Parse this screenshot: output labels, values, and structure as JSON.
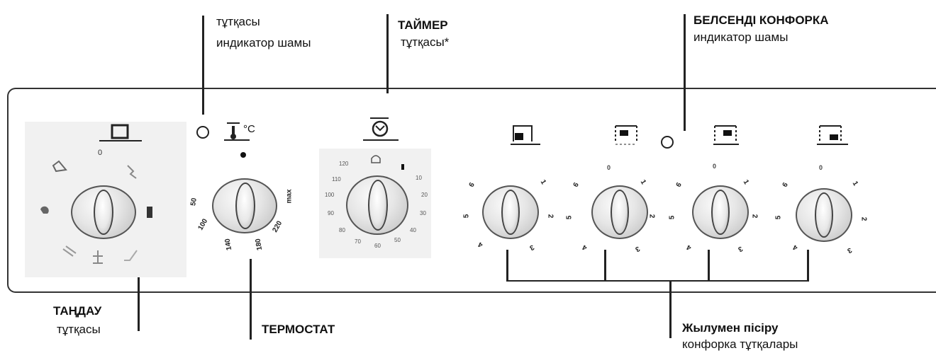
{
  "labels": {
    "lamp_top_line1": "тұтқасы",
    "lamp_top_line2": "индикатор шамы",
    "timer_title": "ТАЙМЕР",
    "timer_sub": "тұтқасы*",
    "active_hob_title": "БЕЛСЕНДІ КОНФОРКА",
    "active_hob_sub": "индикатор шамы",
    "select_title": "ТАҢДАУ",
    "select_sub": "тұтқасы",
    "thermostat_title": "ТЕРМОСТАТ",
    "hob_title": "Жылумен пісіру",
    "hob_sub": "конфорка тұтқалары"
  },
  "thermostat": {
    "unit": "°C",
    "scale": [
      "50",
      "100",
      "140",
      "180",
      "220",
      "max"
    ]
  },
  "selector": {
    "zero": "0"
  },
  "timer": {
    "scale": [
      "120",
      "110",
      "100",
      "90",
      "80",
      "70",
      "60",
      "50",
      "40",
      "30",
      "20",
      "10"
    ]
  },
  "hob_knobs": [
    {
      "zero": "",
      "marks": [
        "6",
        "1",
        "5",
        "2",
        "4",
        "3"
      ]
    },
    {
      "zero": "0",
      "marks": [
        "6",
        "1",
        "5",
        "2",
        "4",
        "3"
      ]
    },
    {
      "zero": "0",
      "marks": [
        "6",
        "1",
        "5",
        "2",
        "4",
        "3"
      ]
    },
    {
      "zero": "0",
      "marks": [
        "6",
        "1",
        "5",
        "2",
        "4",
        "3"
      ]
    }
  ],
  "colors": {
    "line": "#222222",
    "panel_border": "#333333"
  }
}
